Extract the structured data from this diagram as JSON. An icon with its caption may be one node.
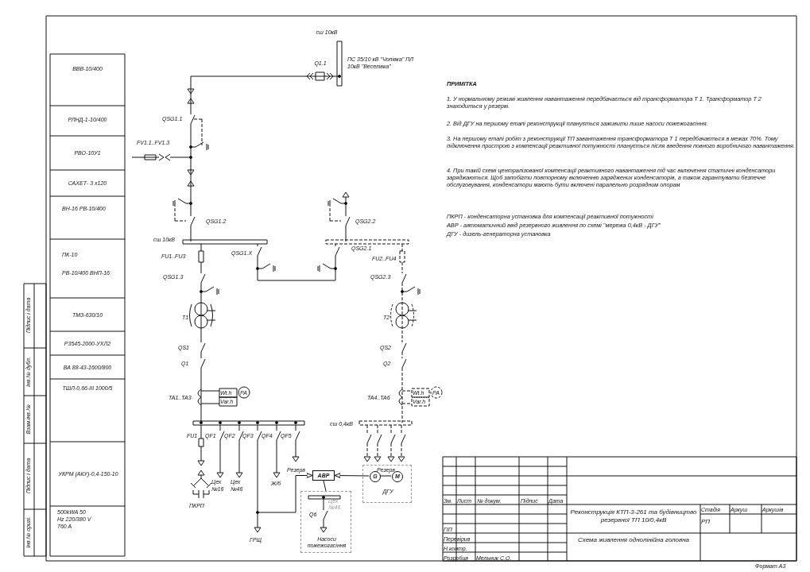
{
  "diagram": {
    "nodes": [
      {
        "text": [
          "АВР"
        ]
      },
      {
        "text": [
          "ДГУ"
        ]
      },
      {
        "text": [
          "G"
        ],
        "in": 1
      },
      {
        "text": [
          "M"
        ],
        "in": 1
      },
      {
        "text": [
          "Цех №46",
          "Насоси пожежогасіння"
        ]
      }
    ],
    "edges": [
      {
        "from": 2,
        "to": 0,
        "arrow": "to"
      },
      {
        "from": 0,
        "to": 4,
        "arrow": "none"
      },
      {
        "from": 2,
        "to": 3,
        "arrow": "none"
      },
      {
        "from": null,
        "to": 0,
        "arrow": "to"
      }
    ],
    "labels": [
      "ВВВ-10/400",
      "РЛНД-1-10/400",
      "РВО-10У1",
      "САХЕТ- 3 х120",
      "ВН-16 РВ-10/400",
      "ПК-10",
      "РВ-10/400 ВНП-16",
      "ТМЗ-630/10",
      "Р3545-2000-УХЛ2",
      "ВА 88-43-1600/800",
      "ТШЛ-0,66-ІІІ 1000/5",
      "УКРМ (АКУ)-0,4-150-10",
      "500kWA 50 Hz 220/380 V 760 А",
      "Підпис і дата",
      "Інв.№ дубл.",
      "Взам.інв.№",
      "Підпис і дата",
      "Інв.№ оригі.",
      "сш 10кВ",
      "Q1.1",
      "ПС 35/10 кВ \"Чопівка\" ПЛ 10кВ \"Веселівка\"",
      "QSG1.1",
      "FV1.1..FV1.3",
      "QSG1.2",
      "QSG2.2",
      "сш 10кВ",
      "FU1..FU3",
      "QSG1.X",
      "QSG2.1",
      "FU2..FU4",
      "QSG1.3",
      "QSG2.3",
      "T1",
      "T2",
      "QS1",
      "QS2",
      "Q1",
      "Q2",
      "TA1..TA3",
      "Wt.h",
      "Var.h",
      "PA",
      "TA4..TA6",
      "Wt.h",
      "Var.h",
      "PA",
      "сш 0,4кВ",
      "FU1",
      "QF1",
      "QF2",
      "QF3",
      "QF4",
      "QF5",
      "Резерв",
      "Резерв",
      "ПКРП",
      "Цех №16",
      "Цех №46",
      "Ж/б",
      "ГРЩ",
      "Q6",
      "ПРИМІТКА",
      "1. У нормальному режимі живлення навантаження передбачається від трансформатора Т 1. Трансформатор Т 2 знаходиться у резерві.",
      "2. Від ДГУ на першому етапі реконструкції планується заживити лише насоси пожежогасіння.",
      "3. На першому етапі робіт з реконструкції ТП завантаження трансформатора Т 1 передбачається в межах 70%. Тому підключення пристрою з компенсації реактивної потужності планується після введення повного виробничого навантаження.",
      "4. При такій схемі централізованої компенсації реактивного навантаження під час включення статичні конденсатори заряджаються. Щоб запобігти повторному включенню заряджених конденсаторів, а також гарантувати безпечне обслуговування, конденсатори мають бути включені паралельно розрядним опорам",
      "ПКРП - конденсаторна установка для компенсації реактивної потужності",
      "АВР - автоматичний ввід резервного живлення по схемі \"мережа 0,4кВ - ДГУ\"",
      "ДГУ - дизель-генераторна установка",
      "Зм.",
      "Лист",
      "№ докум.",
      "Підпис",
      "Дата",
      "Реконструкція КТП-3-261 та будівництво резервної ТП 10/0,4кВ",
      "Стадія",
      "Аркуш",
      "Аркушів",
      "РП",
      "ГІП",
      "Перевірив",
      "Н.контр.",
      "Розробив",
      "Мельник С.О.",
      "Схема живлення однолінійна головна",
      "Формат А3"
    ]
  }
}
